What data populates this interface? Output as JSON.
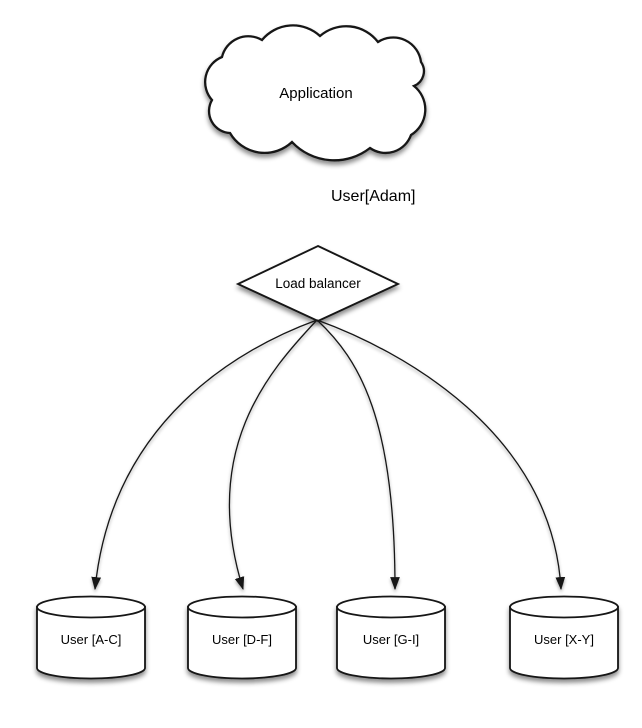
{
  "diagram": {
    "type": "architecture-diagram",
    "cloud": {
      "label": "Application"
    },
    "edge_app_to_lb": {
      "label": "User[Adam]"
    },
    "load_balancer": {
      "label": "Load balancer"
    },
    "shards": [
      {
        "label": "User [A-C]"
      },
      {
        "label": "User [D-F]"
      },
      {
        "label": "User [G-I]"
      },
      {
        "label": "User [X-Y]"
      }
    ],
    "colors": {
      "background": "#ffffff",
      "shape_fill": "#ffffff",
      "stroke": "#151515",
      "text": "#000000",
      "shadow": "#000000"
    }
  }
}
